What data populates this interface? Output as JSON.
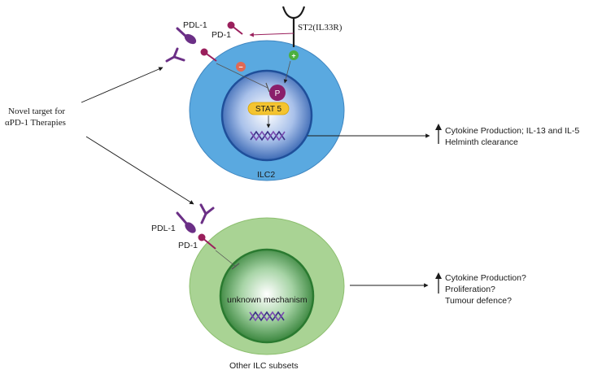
{
  "left_label": {
    "line1": "Novel target for",
    "line2": "αPD-1 Therapies"
  },
  "ilc2": {
    "cell_label": "ILC2",
    "pdl1_label": "PDL-1",
    "pd1_label": "PD-1",
    "receptor_label": "ST2(IL33R)",
    "minus_sign": "−",
    "plus_sign": "+",
    "p_label": "P",
    "stat5_label": "STAT 5",
    "outcomes": [
      "Cytokine Production; IL-13 and IL-5",
      "Helminth clearance"
    ]
  },
  "other": {
    "cell_label": "Other ILC subsets",
    "pdl1_label": "PDL-1",
    "pd1_label": "PD-1",
    "mechanism_label": "unknown mechanism",
    "outcomes": [
      "Cytokine Production?",
      "Proliferation?",
      "Tumour defence?"
    ]
  },
  "colors": {
    "ilc2_outer": "#5aa9e0",
    "ilc2_nucleus": "#2e68b5",
    "other_outer": "#a9d394",
    "other_nucleus": "#2f8a3c",
    "purple": "#6b2f86",
    "magenta": "#9a1f5c",
    "stat5": "#f4c430",
    "minus_badge": "#e06a55",
    "plus_badge": "#4caf3f"
  }
}
